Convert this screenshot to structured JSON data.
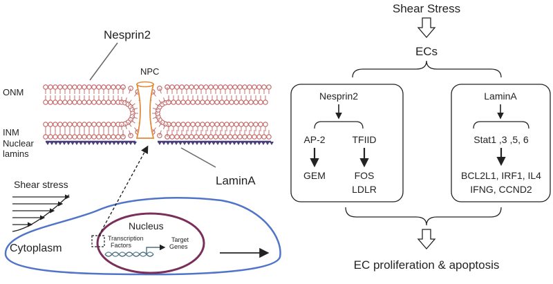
{
  "left_panel": {
    "nesprin2_label": "Nesprin2",
    "npc_label": "NPC",
    "onm_label": "ONM",
    "inm_label": "INM",
    "lamins_label_line1": "Nuclear",
    "lamins_label_line2": "lamins",
    "lamina_label": "LaminA",
    "shear_stress_label": "Shear stress",
    "nucleus_label": "Nucleus",
    "cytoplasm_label": "Cytoplasm",
    "tf_line1": "Transcription",
    "tf_line2": "Factors",
    "target_line1": "Target",
    "target_line2": "Genes"
  },
  "right_panel": {
    "shear_stress": "Shear Stress",
    "ecs": "ECs",
    "left_box": {
      "title": "Nesprin2",
      "branch_left": "AP-2",
      "branch_right": "TFIID",
      "target_left": "GEM",
      "target_right_line1": "FOS",
      "target_right_line2": "LDLR"
    },
    "right_box": {
      "title": "LaminA",
      "stats": "Stat1 ,3 ,5, 6",
      "targets_line1": "BCL2L1, IRF1, IL4",
      "targets_line2": "IFNG, CCND2"
    },
    "outcome": "EC proliferation & apoptosis"
  },
  "colors": {
    "membrane": "#c0605f",
    "lamina": "#4a3f7a",
    "npc": "#e08a3a",
    "cell_outline": "#4f74c8",
    "nucleus_outline": "#7a2e5a",
    "dna": "#6a8f9f"
  }
}
